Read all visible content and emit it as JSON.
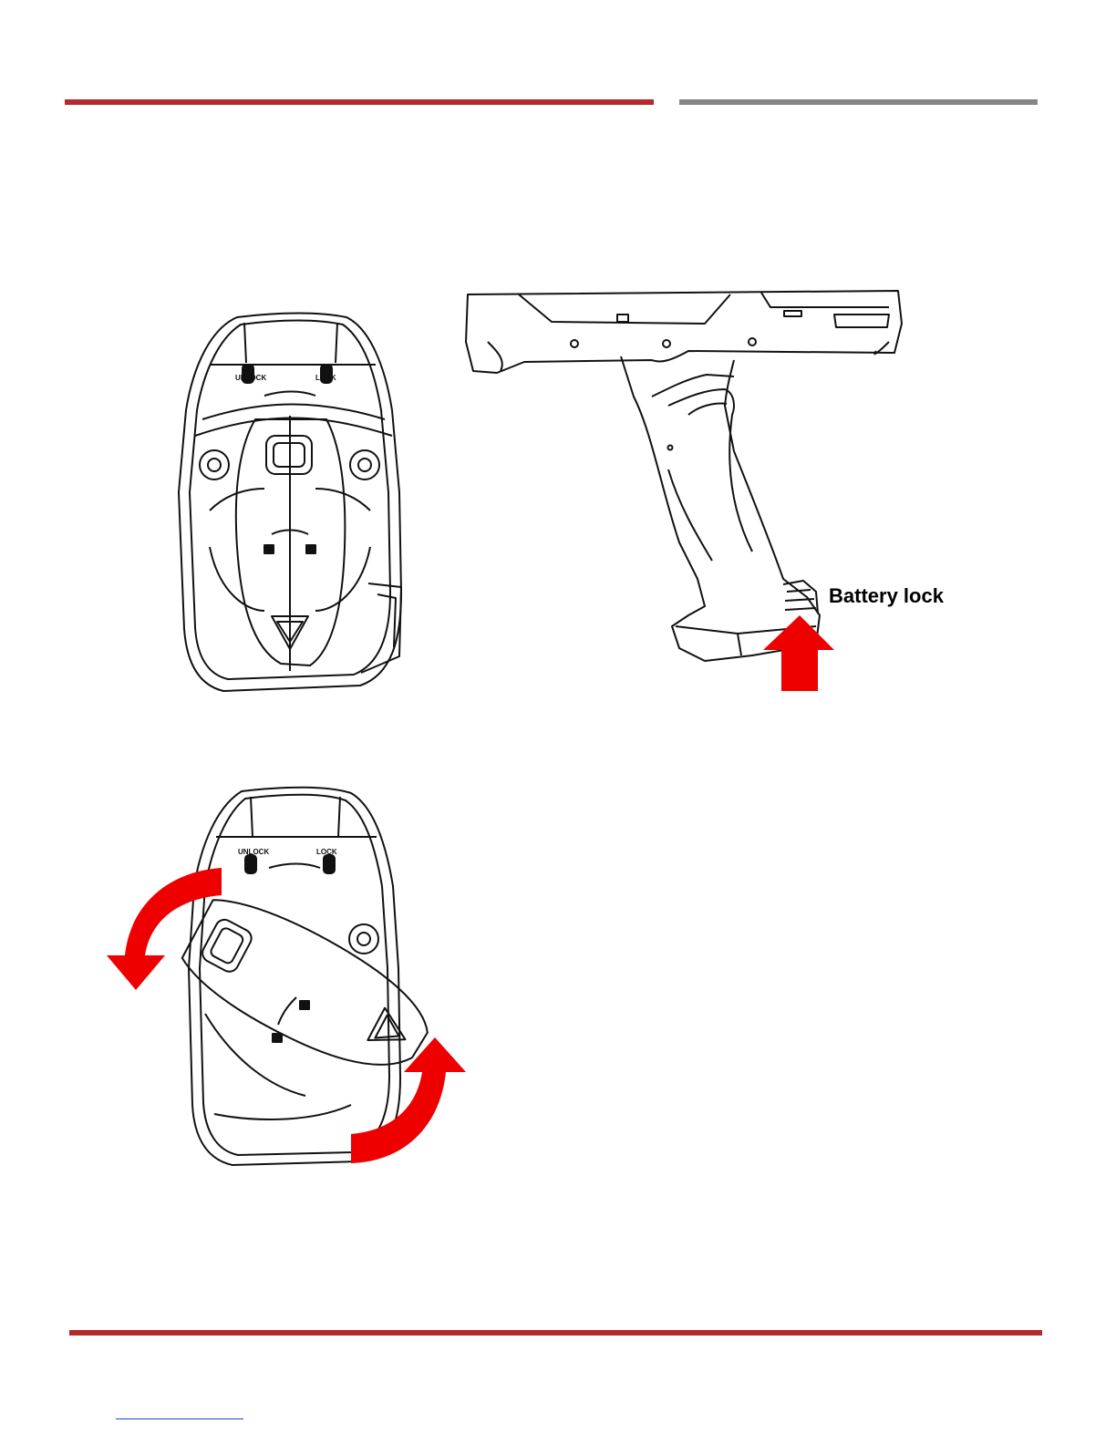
{
  "figures": {
    "cap_locked": {
      "unlock_label": "UNLOCK",
      "lock_label": "LOCK"
    },
    "cap_rotating": {
      "unlock_label": "UNLOCK",
      "lock_label": "LOCK"
    },
    "handle_side": {
      "callout": "Battery lock"
    }
  },
  "colors": {
    "header_red": "#b5282c",
    "header_gray": "#858585",
    "arrow_red": "#ee0000",
    "link_blue": "#1a3fcf"
  }
}
